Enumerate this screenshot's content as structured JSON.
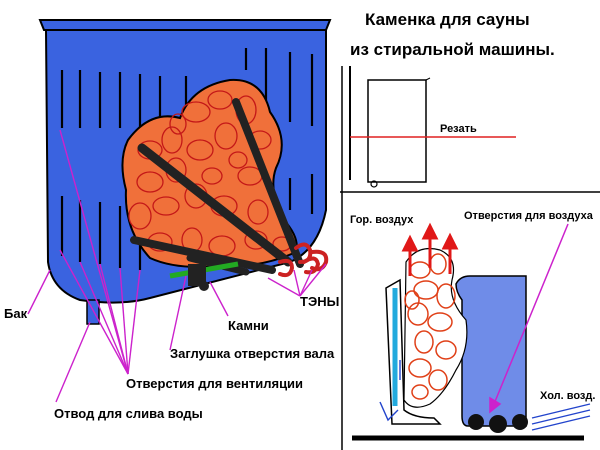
{
  "title": {
    "line1": "Каменка для сауны",
    "line2": "из стиральной машины."
  },
  "labels": {
    "cut": "Резать",
    "hot_air": "Гор. воздух",
    "air_holes": "Отверстия для воздуха",
    "heaters": "ТЭНЫ",
    "tank": "Бак",
    "stones": "Камни",
    "shaft_plug": "Заглушка отверстия вала",
    "vent_holes": "Отверстия для вентиляции",
    "drain": "Отвод для слива воды",
    "cold_air": "Хол. возд."
  },
  "colors": {
    "tank_blue": "#3a63e0",
    "stone_orange": "#f0703a",
    "heater_dark": "#222222",
    "cut_line": "#e02020",
    "pointer_magenta": "#cc22cc",
    "hot_air_arrow": "#e01818",
    "cold_air_arrow": "#2244cc",
    "shaft_plug_green": "#22aa22"
  }
}
